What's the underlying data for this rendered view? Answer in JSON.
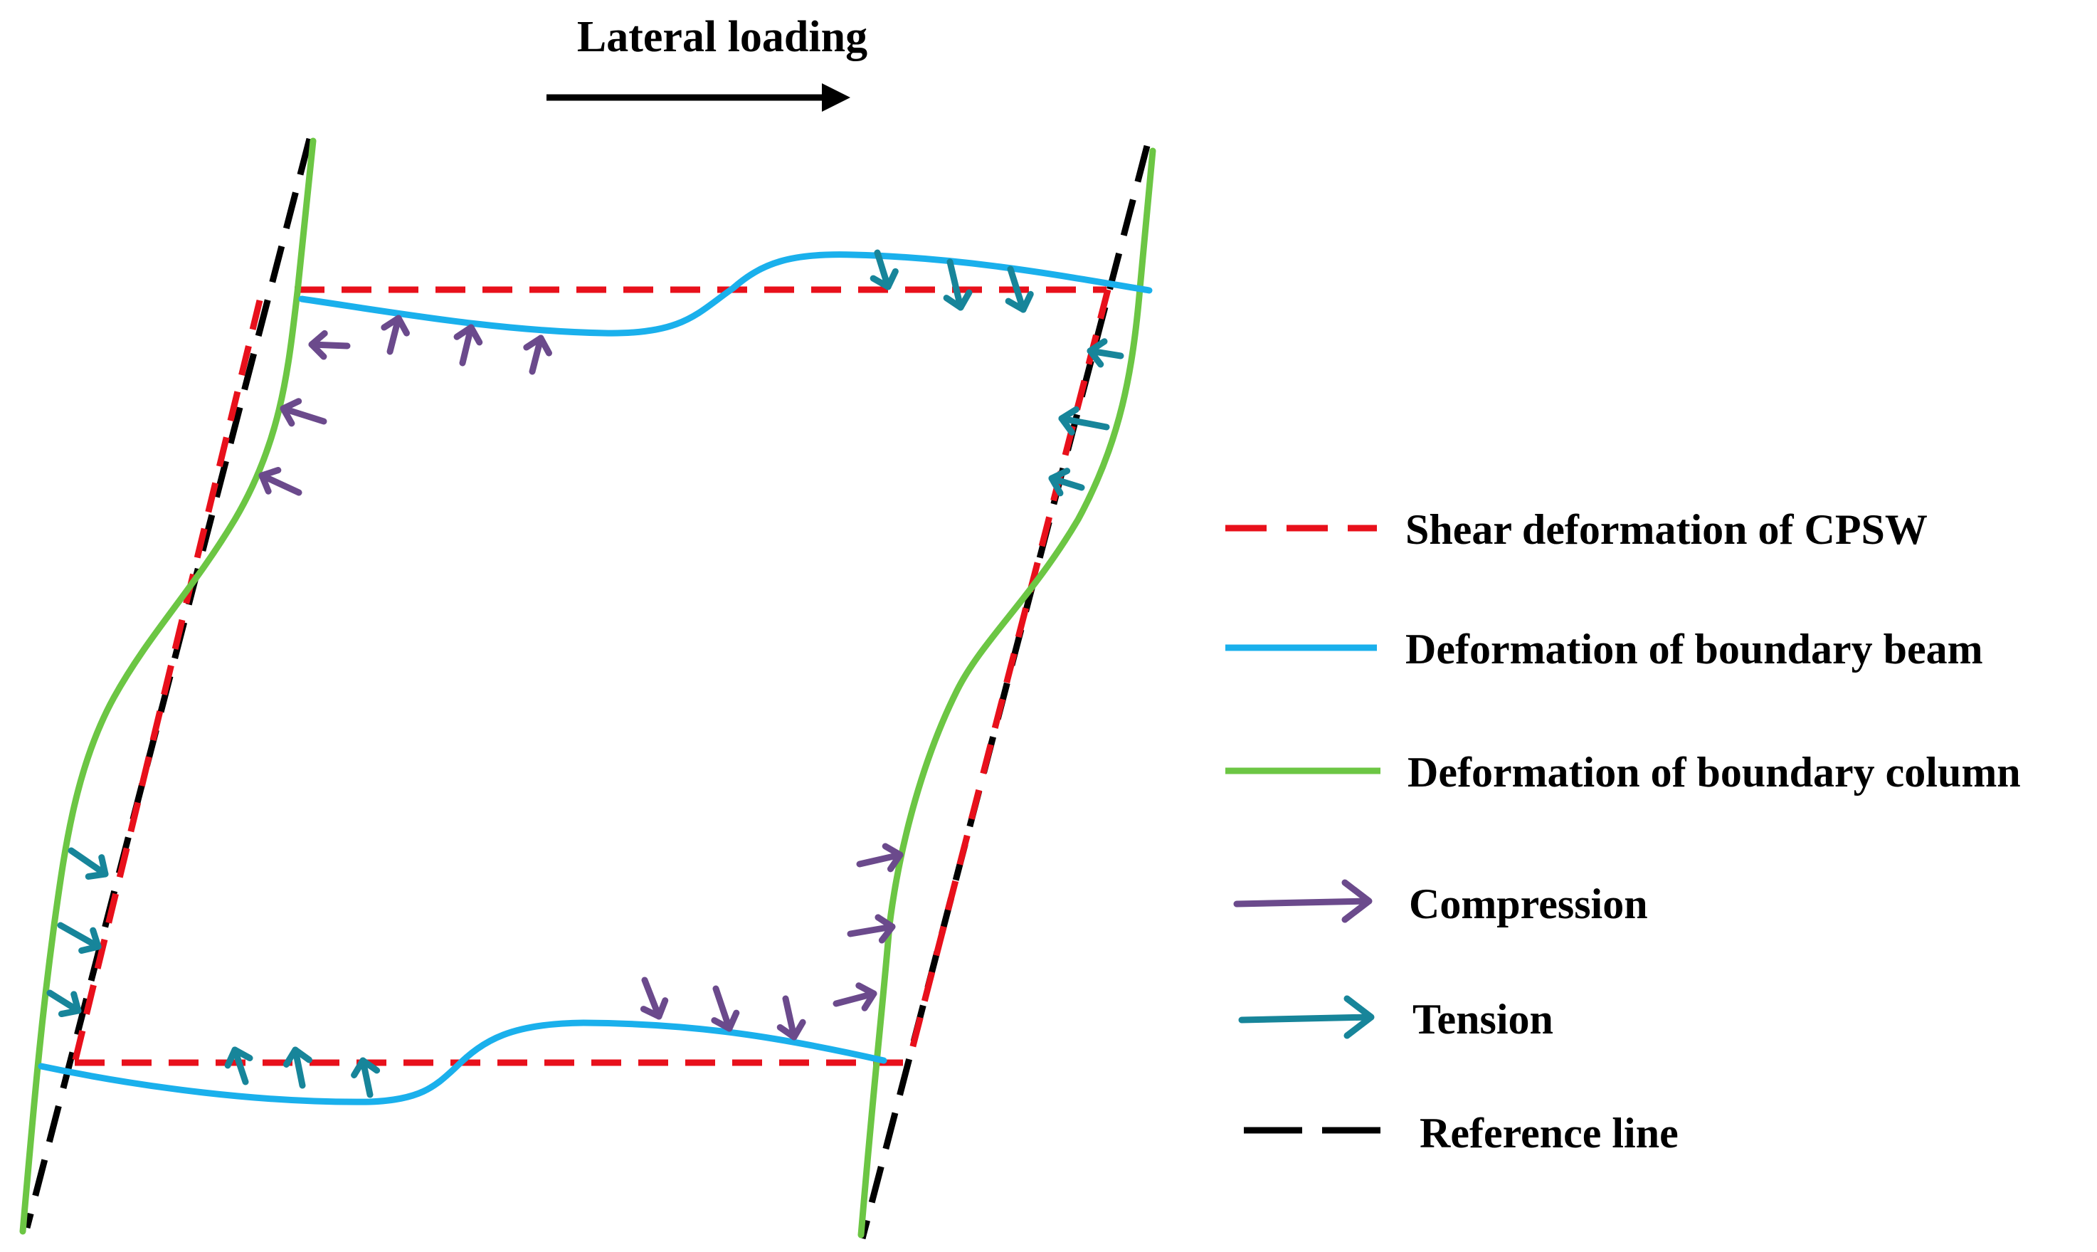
{
  "title": "Lateral loading",
  "legend": [
    {
      "key": "shear",
      "label": "Shear deformation of CPSW",
      "style": "dashed",
      "color": "#e8101b"
    },
    {
      "key": "beam",
      "label": "Deformation of boundary beam",
      "style": "solid",
      "color": "#1ab0ec"
    },
    {
      "key": "column",
      "label": "Deformation of boundary column",
      "style": "solid",
      "color": "#6cc644"
    },
    {
      "key": "compression",
      "label": "Compression",
      "style": "arrow",
      "color": "#6b4a8c"
    },
    {
      "key": "tension",
      "label": "Tension",
      "style": "arrow",
      "color": "#17859a"
    },
    {
      "key": "reference",
      "label": "Reference line",
      "style": "dashed",
      "color": "#000000"
    }
  ],
  "colors": {
    "shear": "#e8101b",
    "beam": "#1ab0ec",
    "column": "#6cc644",
    "compression": "#6b4a8c",
    "tension": "#17859a",
    "reference": "#000000",
    "load_arrow": "#000000"
  }
}
